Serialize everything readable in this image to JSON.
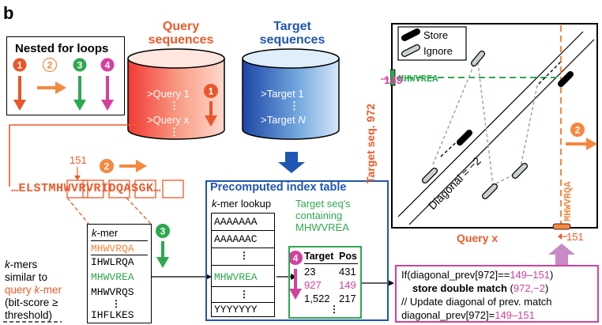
{
  "panel_label": "b",
  "nested": {
    "title": "Nested for loops",
    "steps": [
      "1",
      "2",
      "3",
      "4"
    ],
    "colors": [
      "#e8562a",
      "#f5883f",
      "#2fa84f",
      "#d5409f"
    ]
  },
  "query_db": {
    "title_line1": "Query",
    "title_line2": "sequences",
    "item1": ">Query 1",
    "dots1": "⋮",
    "itemx": ">Query x",
    "dots2": "⋮",
    "step": "1"
  },
  "target_db": {
    "title_line1": "Target",
    "title_line2": "sequences",
    "item1": ">Target 1",
    "dots": "⋮",
    "itemN_prefix": ">Target ",
    "itemN_italic": "N"
  },
  "query_seq": {
    "position": "151",
    "step": "2",
    "prefix": "…ELST",
    "core": "MHWVRVRIDQA",
    "suffix": "SGK…"
  },
  "kmer_table": {
    "header_italic": "k",
    "header_rest": "-mer",
    "rows": [
      "MHWVRQA",
      "IHWLRQA",
      "MHWVREA",
      "MHWVRQS",
      "⋮",
      "IHFLKES"
    ],
    "step": "3"
  },
  "similar_note": {
    "line1_italic": "k",
    "line1_rest": "-mers",
    "line2": "similar to",
    "line3_prefix": "query ",
    "line3_italic": "k",
    "line3_rest": "-mer",
    "line4": "(bit-score ≥",
    "line5": "threshold)"
  },
  "index_table": {
    "title": "Precomputed index table",
    "lookup_italic": "k",
    "lookup_rest": "-mer lookup",
    "rows": [
      "AAAAAAA",
      "AAAAAAC",
      "⋮",
      "MHWVREA",
      "⋮",
      "YYYYYYY"
    ],
    "containing_line1": "Target seq's",
    "containing_line2": "containing",
    "containing_line3": "MHWVREA",
    "step": "4",
    "col_target": "Target",
    "col_pos": "Pos",
    "entries": [
      {
        "target": "23",
        "pos": "431"
      },
      {
        "target": "927",
        "pos": "149"
      },
      {
        "target": "1,522",
        "pos": "217"
      }
    ],
    "entries_dots": "⋮"
  },
  "plot": {
    "legend_store": "Store",
    "legend_ignore": "Ignore",
    "y_label": "Target seq. 972",
    "y_value": "149",
    "y_kmer": "MHWVREA",
    "x_label": "Query x",
    "x_value": "151",
    "x_kmer": "MHWVRQA",
    "diagonal_label": "Diagonal = −2",
    "step": "2"
  },
  "code": {
    "line1_a": "If(diagonal_prev[972]==",
    "line1_b": "149–151",
    "line1_c": ")",
    "line2_a": "store double match",
    "line2_b": " (",
    "line2_c": "972,−2",
    "line2_d": ")",
    "line3": "// Update diagonal of prev. match",
    "line4_a": "diagonal_prev[972]=",
    "line4_b": "149–151"
  }
}
